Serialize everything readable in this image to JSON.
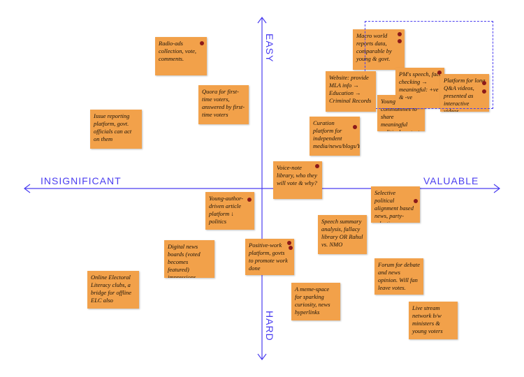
{
  "axes": {
    "top": "EASY",
    "bottom": "HARD",
    "left": "INSIGNIFICANT",
    "right": "VALUABLE",
    "color": "#4a3df0"
  },
  "note_color": "#f2a14a",
  "notes": [
    {
      "text": "Radio-ads collection, vote, comments."
    },
    {
      "text": "Quora for first-time voters, answered by first-time voters"
    },
    {
      "text": "Issue reporting platform, govt. officials can act on them"
    },
    {
      "text": "Macro world reports data, comparable by young & govt."
    },
    {
      "text": "Website: provide MLA info → Education → Criminal Records"
    },
    {
      "text": "Young communities to share meaningful political content"
    },
    {
      "text": "PM's speech, fact checking → meaningful: +ve & -ve"
    },
    {
      "text": "Platform for long Q&A videos, presented as interactive videos"
    },
    {
      "text": "Curation platform for independent media/news/blogs/YouTubers"
    },
    {
      "text": "Voice-note library, who they will vote & why?"
    },
    {
      "text": "Young-author-driven article platform ↓ politics"
    },
    {
      "text": "Selective political alignment based news, party-selective news"
    },
    {
      "text": "Speech summary analysis, fallacy library OR Rahul vs. NMO"
    },
    {
      "text": "Digital news boards (voted becomes featured) impressions"
    },
    {
      "text": "Positive-work platform, govts to promote work done"
    },
    {
      "text": "Online Electoral Literacy clubs, a bridge for offline ELC also"
    },
    {
      "text": "A meme-space for sparking curiosity, news hyperlinks"
    },
    {
      "text": "Forum for debate and news opinion. Will fan leave votes."
    },
    {
      "text": "Live stream network b/w ministers & young voters"
    }
  ]
}
